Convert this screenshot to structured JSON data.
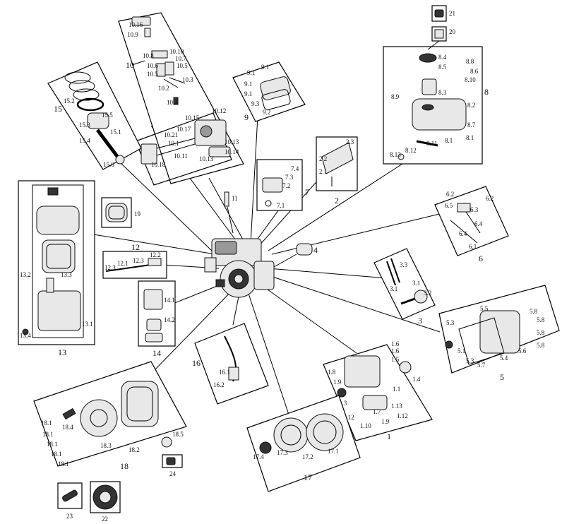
{
  "groups": {
    "g1": "1",
    "g2": "2",
    "g3": "3",
    "g4": "4",
    "g5": "5",
    "g6": "6",
    "g7": "7",
    "g8": "8",
    "g9": "9",
    "g10": "10",
    "g11": "11",
    "g12": "12",
    "g13": "13",
    "g14": "14",
    "g15": "15",
    "g16": "16",
    "g17": "17",
    "g18": "18",
    "g19": "19",
    "g20": "20",
    "g21": "21",
    "g22": "22",
    "g23": "23",
    "g24": "24"
  },
  "labels": {
    "l_10_16": "10.16",
    "l_10_9": "10.9",
    "l_10_8": "10.8",
    "l_10_10": "10.10",
    "l_10_7": "10.7",
    "l_10_6": "10.6",
    "l_10_5": "10.5",
    "l_10_2": "10.2",
    "l_10_3": "10.3",
    "l_10_4": "10.4",
    "l_10_12": "10.12",
    "l_10_15": "10.15",
    "l_10_17": "10.17",
    "l_10_21": "10.21",
    "l_10_1": "10.1",
    "l_10_11": "10.11",
    "l_10_18": "10.18",
    "l_10_13": "10.13",
    "l_10_14": "10.14",
    "l_15_2": "15.2",
    "l_15_5": "15.5",
    "l_15_3": "15.3",
    "l_15_1": "15.1",
    "l_15_4": "15.4",
    "l_15_6": "15.6",
    "l_9_1": "9.1",
    "l_9_3": "9.3",
    "l_9_2": "9.2",
    "l_8_4": "8.4",
    "l_8_8": "8.8",
    "l_8_5": "8.5",
    "l_8_6": "8.6",
    "l_8_10": "8.10",
    "l_8_3": "8.3",
    "l_8_9": "8.9",
    "l_8_2": "8.2",
    "l_8_7": "8.7",
    "l_8_1": "8.1",
    "l_8_12": "8.12",
    "l_8_11": "8.11",
    "l_8_13": "8.13",
    "l_2_2": "2.2",
    "l_2_1": "2.1",
    "l_2_3": "2.3",
    "l_7_4": "7.4",
    "l_7_3": "7.3",
    "l_7_2": "7.2",
    "l_7_1": "7.1",
    "l_6_2": "6.2",
    "l_6_5": "6.5",
    "l_6_3": "6.3",
    "l_6_4": "6.4",
    "l_6_1": "6.1",
    "l_12_2": "12.2",
    "l_12_3": "12.3",
    "l_12_1": "12.1",
    "l_13_2": "13.2",
    "l_13_3": "13.3",
    "l_13_4": "13.4",
    "l_13_1": "13.1",
    "l_14_1": "14.1",
    "l_14_2": "14.2",
    "l_3_3": "3.3",
    "l_3_1": "3.1",
    "l_3_2": "3.2",
    "l_5_5": "5.5",
    "l_5_8": "5.8",
    "l_5_3": "5.3",
    "l_5_1": "5.1",
    "l_5_6": "5.6",
    "l_5_4": "5.4",
    "l_5_7": "5.7",
    "l_1_6": "1.6",
    "l_1_5": "1.5",
    "l_1_4": "1.4",
    "l_1_8": "1.8",
    "l_1_9": "1.9",
    "l_1_1": "1.1",
    "l_1_3": "1.3",
    "l_1_12": "1.12",
    "l_1_10": "1.10",
    "l_1_13": "1.13",
    "l_1_7": "1.7",
    "l_16_1": "16.1",
    "l_16_2": "16.2",
    "l_17_4": "17.4",
    "l_17_3": "17.3",
    "l_17_2": "17.2",
    "l_17_1": "17.1",
    "l_18_1": "18.1",
    "l_18_4": "18.4",
    "l_18_3": "18.3",
    "l_18_2": "18.2",
    "l_18_5": "18.5"
  },
  "icons": {
    "engine": "engine-assembly-icon",
    "fuel_tank": "fuel-tank-icon",
    "air_filter": "air-filter-icon",
    "flywheel": "flywheel-icon",
    "recoil_starter": "recoil-starter-icon"
  }
}
